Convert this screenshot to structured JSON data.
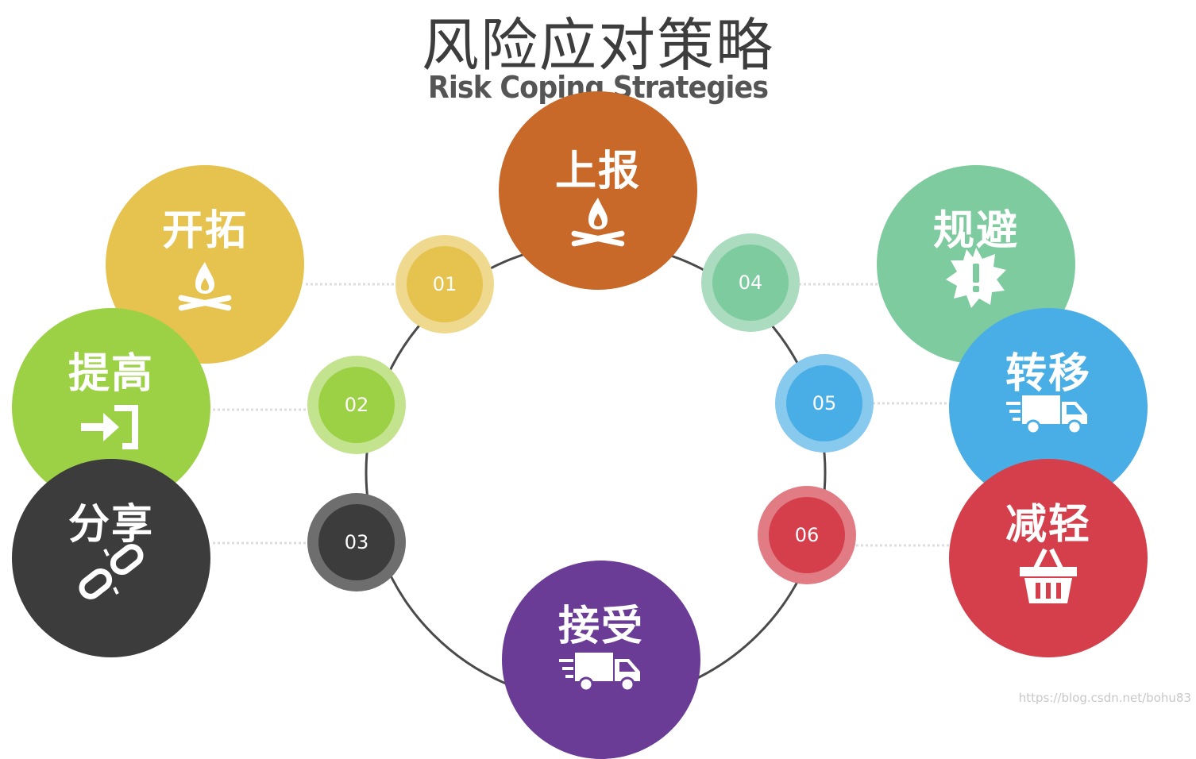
{
  "title": "风险应对策略",
  "subtitle": "Risk Coping Strategies",
  "strategies": [
    {
      "label": "开拓",
      "number": "01",
      "icon": "campfire-icon",
      "color": "#e6c24e",
      "ring": "#efd98e"
    },
    {
      "label": "提高",
      "number": "02",
      "icon": "sign-in-icon",
      "color": "#9cd146",
      "ring": "#c3e38f"
    },
    {
      "label": "分享",
      "number": "03",
      "icon": "broken-link-icon",
      "color": "#3c3c3c",
      "ring": "#6e6e6e"
    },
    {
      "label": "规避",
      "number": "04",
      "icon": "alert-burst-icon",
      "color": "#7ecb9f",
      "ring": "#abdcbf"
    },
    {
      "label": "转移",
      "number": "05",
      "icon": "delivery-truck-icon",
      "color": "#4aaee6",
      "ring": "#88c9ee"
    },
    {
      "label": "减轻",
      "number": "06",
      "icon": "basket-icon",
      "color": "#d43f4b",
      "ring": "#e17c84"
    }
  ],
  "top": {
    "label": "上报",
    "icon": "campfire-icon",
    "color": "#c8692a"
  },
  "bottom": {
    "label": "接受",
    "icon": "delivery-truck-icon",
    "color": "#6a3c96"
  },
  "watermark": "https://blog.csdn.net/bohu83"
}
